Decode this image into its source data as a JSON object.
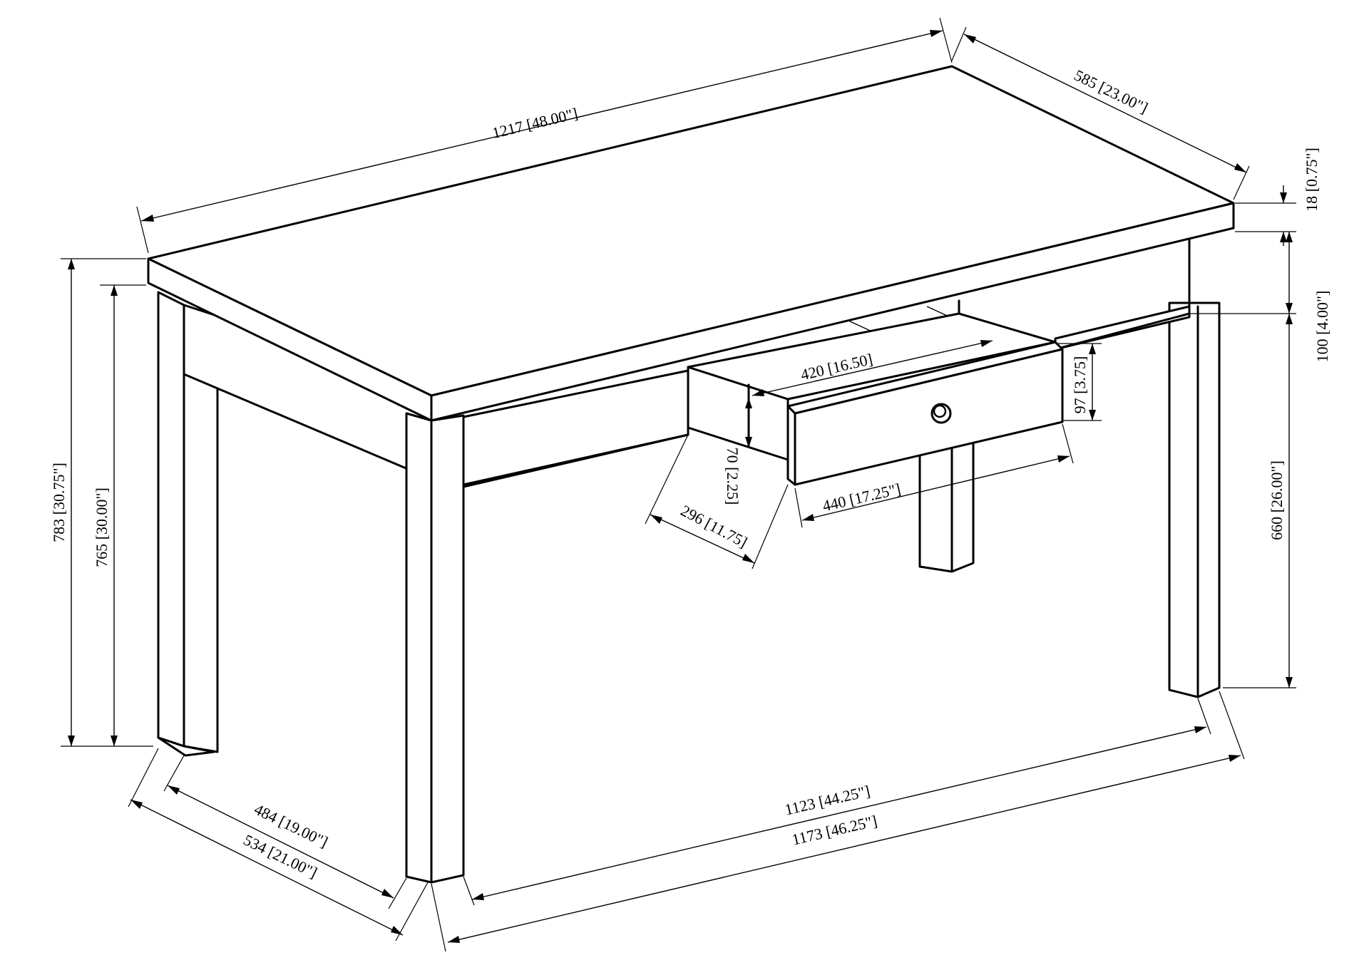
{
  "drawing": {
    "subject": "writing desk with drawer",
    "line_color": "#000000",
    "background": "#ffffff"
  },
  "dimensions": {
    "top_length": "1217 [48.00\"]",
    "top_depth": "585 [23.00\"]",
    "top_thickness": "18 [0.75\"]",
    "apron_height": "100 [4.00\"]",
    "leg_height": "660 [26.00\"]",
    "overall_height": "783 [30.75\"]",
    "apron_underside_height": "765 [30.00\"]",
    "drawer_width": "420 [16.50]",
    "drawer_front_height": "97 [3.75]",
    "drawer_box_height": "70 [2.25]",
    "drawer_depth": "296 [11.75]",
    "drawer_front_width": "440 [17.25\"]",
    "leg_depth_span": "484 [19.00\"]",
    "overall_depth_span": "534 [21.00\"]",
    "leg_length_span": "1123 [44.25\"]",
    "overall_length_span": "1173 [46.25\"]"
  },
  "parts": {
    "knob": "knob-icon"
  }
}
